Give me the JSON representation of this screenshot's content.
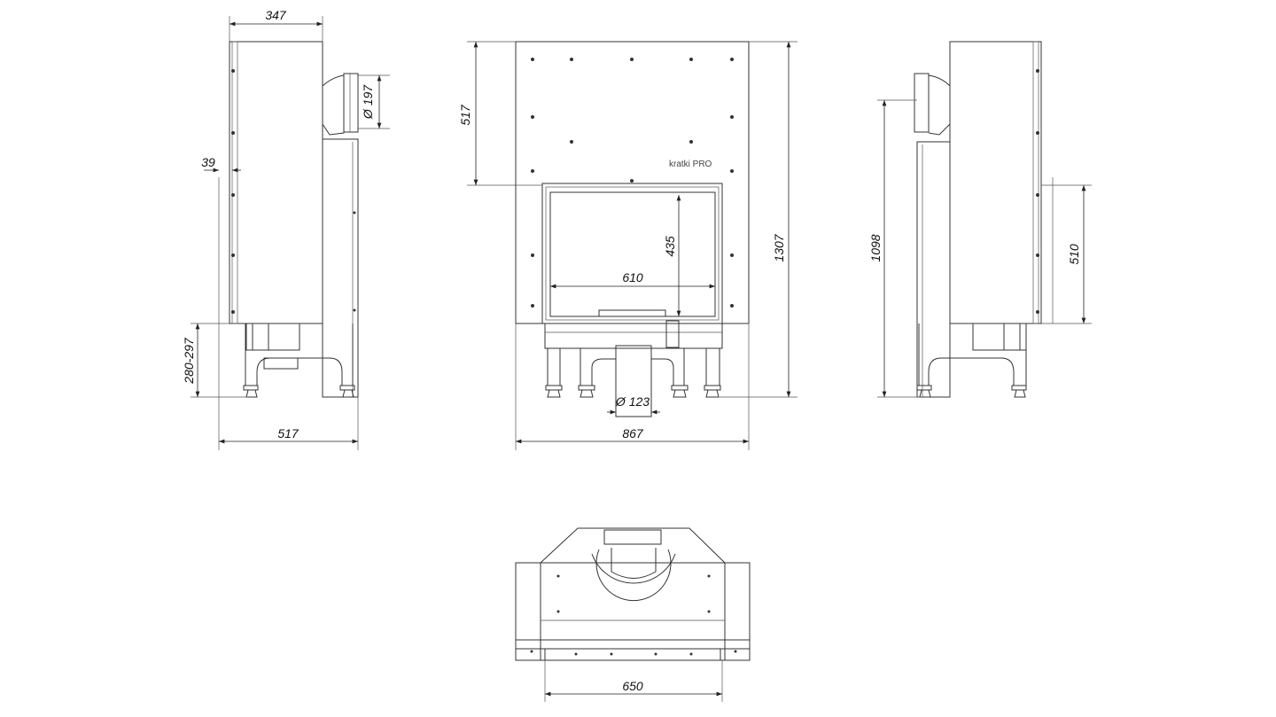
{
  "brand": "kratki PRO",
  "side_view_left": {
    "width_top": "347",
    "flue_diameter": "Ø 197",
    "front_offset": "39",
    "leg_height": "280-297",
    "depth": "517"
  },
  "front_view": {
    "upper_height": "517",
    "glass_height": "435",
    "glass_width": "610",
    "total_height": "1307",
    "total_width": "867",
    "air_inlet": "Ø 123"
  },
  "side_view_right": {
    "opening_height": "1098",
    "door_height": "510"
  },
  "top_view": {
    "width": "650"
  }
}
